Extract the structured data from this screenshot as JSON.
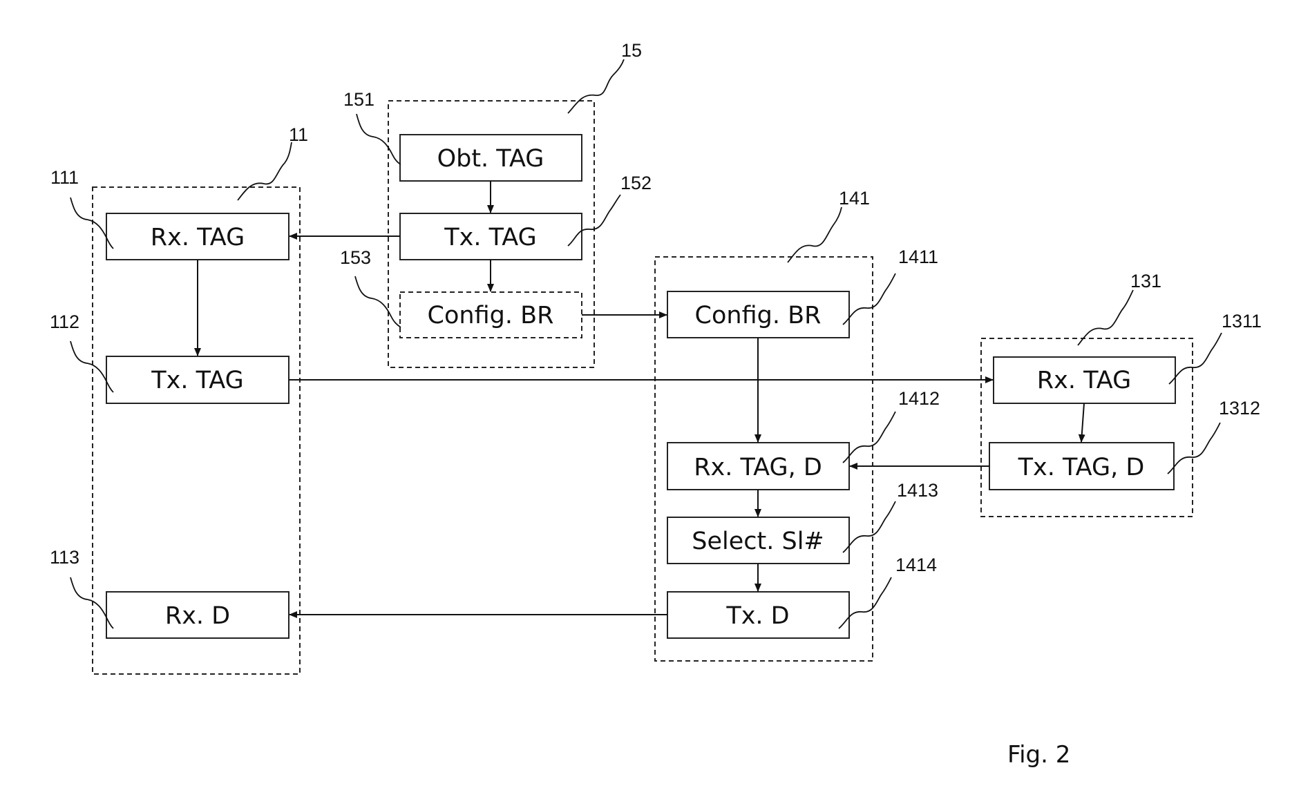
{
  "groups": [
    {
      "id": "g15",
      "ref": "15"
    },
    {
      "id": "g11",
      "ref": "11"
    },
    {
      "id": "g141",
      "ref": "141"
    },
    {
      "id": "g131",
      "ref": "131"
    }
  ],
  "boxes": [
    {
      "id": "b151",
      "label": "Obt. TAG",
      "ref": "151"
    },
    {
      "id": "b152",
      "label": "Tx. TAG",
      "ref": "152"
    },
    {
      "id": "b153",
      "label": "Config. BR",
      "ref": "153"
    },
    {
      "id": "b111",
      "label": "Rx. TAG",
      "ref": "111"
    },
    {
      "id": "b112",
      "label": "Tx. TAG",
      "ref": "112"
    },
    {
      "id": "b113",
      "label": "Rx. D",
      "ref": "113"
    },
    {
      "id": "b1411",
      "label": "Config. BR",
      "ref": "1411"
    },
    {
      "id": "b1412",
      "label": "Rx. TAG, D",
      "ref": "1412"
    },
    {
      "id": "b1413",
      "label": "Select. Sl#",
      "ref": "1413"
    },
    {
      "id": "b1414",
      "label": "Tx. D",
      "ref": "1414"
    },
    {
      "id": "b1311",
      "label": "Rx. TAG",
      "ref": "1311"
    },
    {
      "id": "b1312",
      "label": "Tx. TAG, D",
      "ref": "1312"
    }
  ],
  "figure_label": "Fig. 2"
}
